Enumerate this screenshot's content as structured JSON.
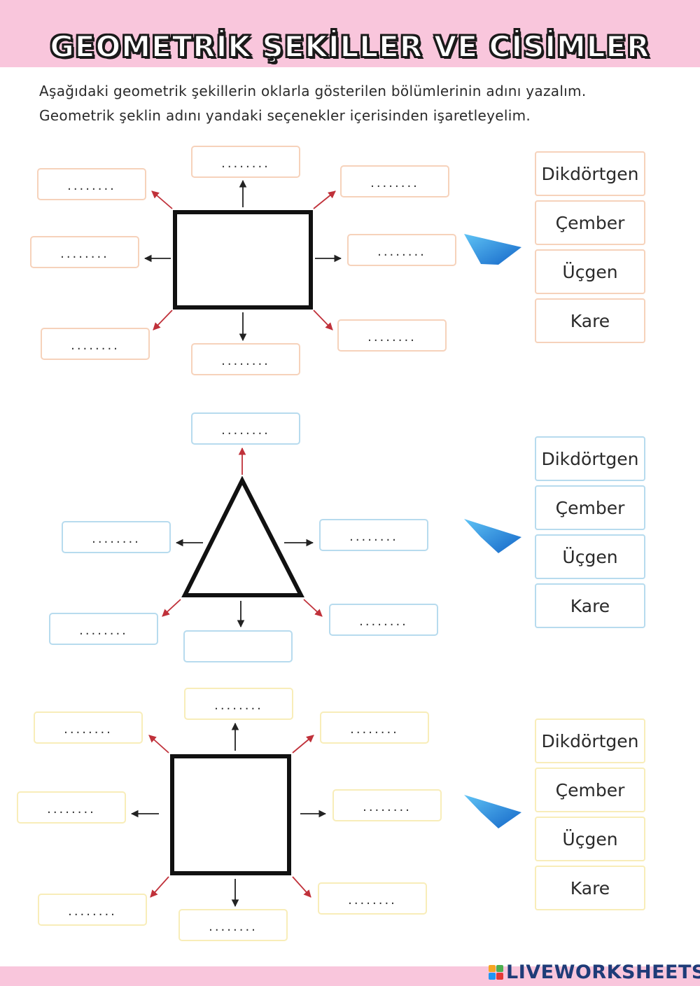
{
  "title": "GEOMETRİK ŞEKİLLER VE CİSİMLER",
  "instructions": {
    "line1": "Aşağıdaki geometrik şekillerin oklarla gösterilen bölümlerinin adını yazalım.",
    "line2": "Geometrik şeklin adını yandaki seçenekler içerisinden işaretleyelim."
  },
  "blank": "........",
  "options": [
    "Dikdörtgen",
    "Çember",
    "Üçgen",
    "Kare"
  ],
  "colors": {
    "band": "#f9c6dc",
    "box_border_section1": "#f6d2bb",
    "box_border_section2": "#b7dbee",
    "box_border_section3": "#f8edb9",
    "arrow_red": "#c0313a",
    "arrow_black": "#222222",
    "pointer_blue": "#1e7fd6"
  },
  "sections": [
    {
      "shape": "rectangle",
      "blanks": [
        "........",
        "........",
        "........",
        "........",
        "........",
        "........",
        "........",
        "........"
      ]
    },
    {
      "shape": "triangle",
      "blanks": [
        "........",
        "........",
        "........",
        "........",
        "........",
        ""
      ]
    },
    {
      "shape": "square",
      "blanks": [
        "........",
        "........",
        "........",
        "........",
        "........",
        "........",
        "........",
        "........"
      ]
    }
  ],
  "branding": {
    "logo_text": "LIVEWORKSHEETS",
    "icon_name": "liveworksheets-logo-icon"
  }
}
